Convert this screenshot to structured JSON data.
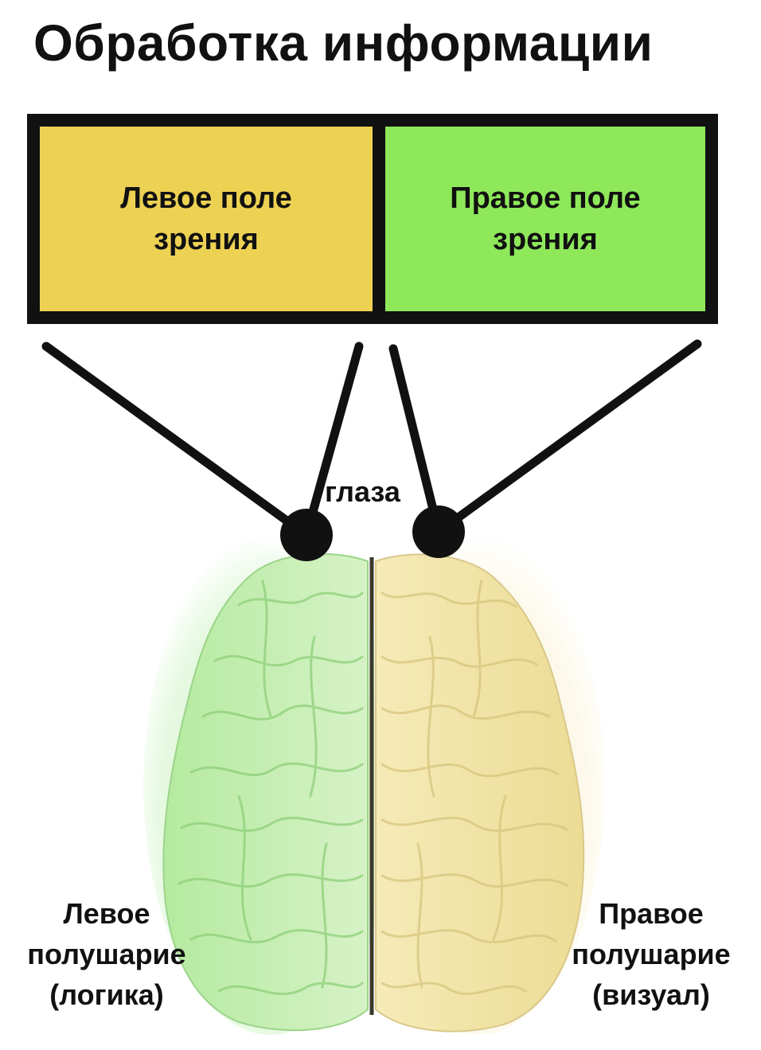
{
  "title": "Обработка информации",
  "visual_fields": {
    "left": {
      "line1": "Левое поле",
      "line2": "зрения",
      "color": "#edd153"
    },
    "right": {
      "line1": "Правое поле",
      "line2": "зрения",
      "color": "#8ee85a"
    }
  },
  "eyes_label": "глаза",
  "hemispheres": {
    "left": {
      "line1": "Левое",
      "line2": "полушарие",
      "line3": "(логика)",
      "color": "#a9e59b"
    },
    "right": {
      "line1": "Правое",
      "line2": "полушарие",
      "line3": "(визуал)",
      "color": "#f1e2a2"
    }
  }
}
